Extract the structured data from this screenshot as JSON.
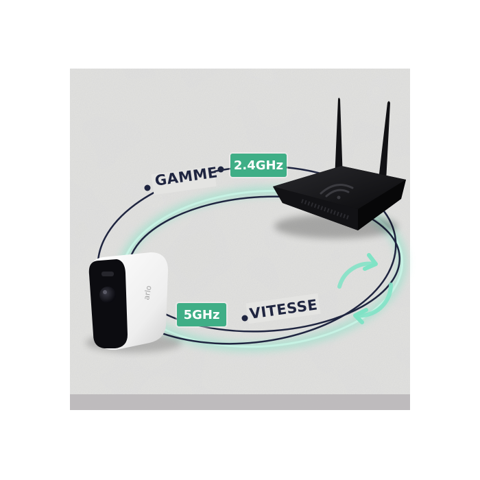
{
  "labels": {
    "range_word": "GAMME",
    "speed_word": "VITESSE",
    "band_high": "2.4GHz",
    "band_low": "5GHz",
    "camera_brand": "arlo"
  },
  "colors": {
    "navy": "#1f2540",
    "accent_green": "#3fae86",
    "glow": "#7fe3c5",
    "background_stone": "#e4e4e2"
  },
  "icons": {
    "router": "wifi-router-icon",
    "camera": "security-camera-icon",
    "sync": "sync-arrows-icon"
  }
}
